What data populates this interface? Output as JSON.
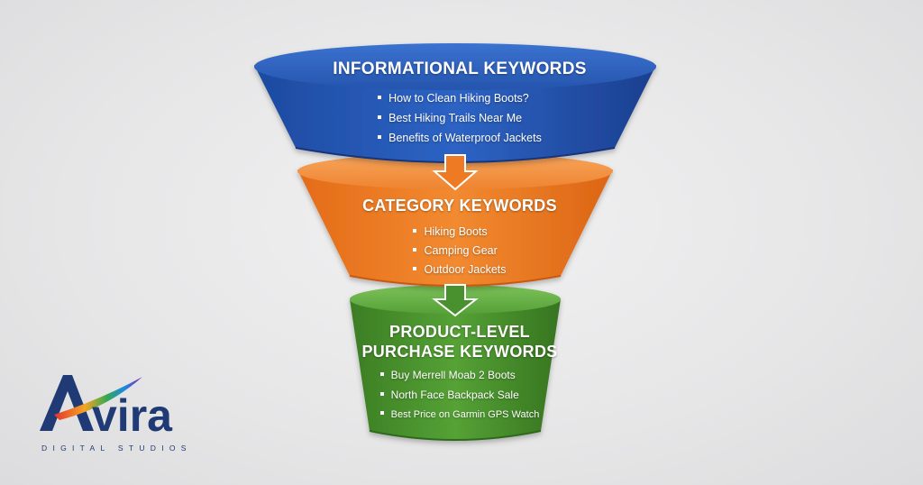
{
  "funnel": {
    "stages": [
      {
        "title": "INFORMATIONAL KEYWORDS",
        "color": "#2a5bb5",
        "items": [
          "How to Clean Hiking Boots?",
          "Best Hiking Trails Near Me",
          "Benefits of Waterproof Jackets"
        ]
      },
      {
        "title": "CATEGORY KEYWORDS",
        "color": "#ee7b24",
        "items": [
          "Hiking Boots",
          "Camping Gear",
          "Outdoor Jackets"
        ]
      },
      {
        "title_line1": "PRODUCT-LEVEL",
        "title_line2": "PURCHASE KEYWORDS",
        "color": "#48912e",
        "items": [
          "Buy Merrell Moab 2 Boots",
          "North Face Backpack Sale",
          "Best Price on Garmin GPS Watch"
        ]
      }
    ],
    "arrow_colors": [
      "#ee7b24",
      "#48912e"
    ]
  },
  "logo": {
    "name": "Avira",
    "tagline": "DIGITAL STUDIOS",
    "primary_color": "#1f3a74"
  }
}
